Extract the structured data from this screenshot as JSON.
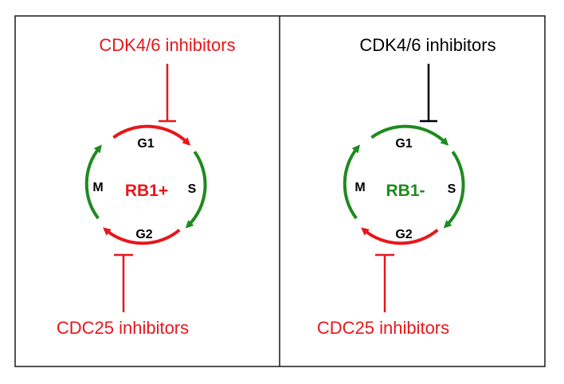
{
  "colors": {
    "red": "#e8161b",
    "green": "#1e8a1e",
    "black": "#000000",
    "border": "#1a1a1a"
  },
  "panels": [
    {
      "top_label": "CDK4/6 inhibitors",
      "top_color": "red",
      "center_label": "RB1+",
      "center_color": "red",
      "phases": {
        "g1": "G1",
        "s": "S",
        "g2": "G2",
        "m": "M"
      },
      "bottom_label": "CDC25 inhibitors",
      "bottom_color": "red"
    },
    {
      "top_label": "CDK4/6 inhibitors",
      "top_color": "black",
      "center_label": "RB1-",
      "center_color": "green",
      "phases": {
        "g1": "G1",
        "s": "S",
        "g2": "G2",
        "m": "M"
      },
      "bottom_label": "CDC25 inhibitors",
      "bottom_color": "red"
    }
  ]
}
